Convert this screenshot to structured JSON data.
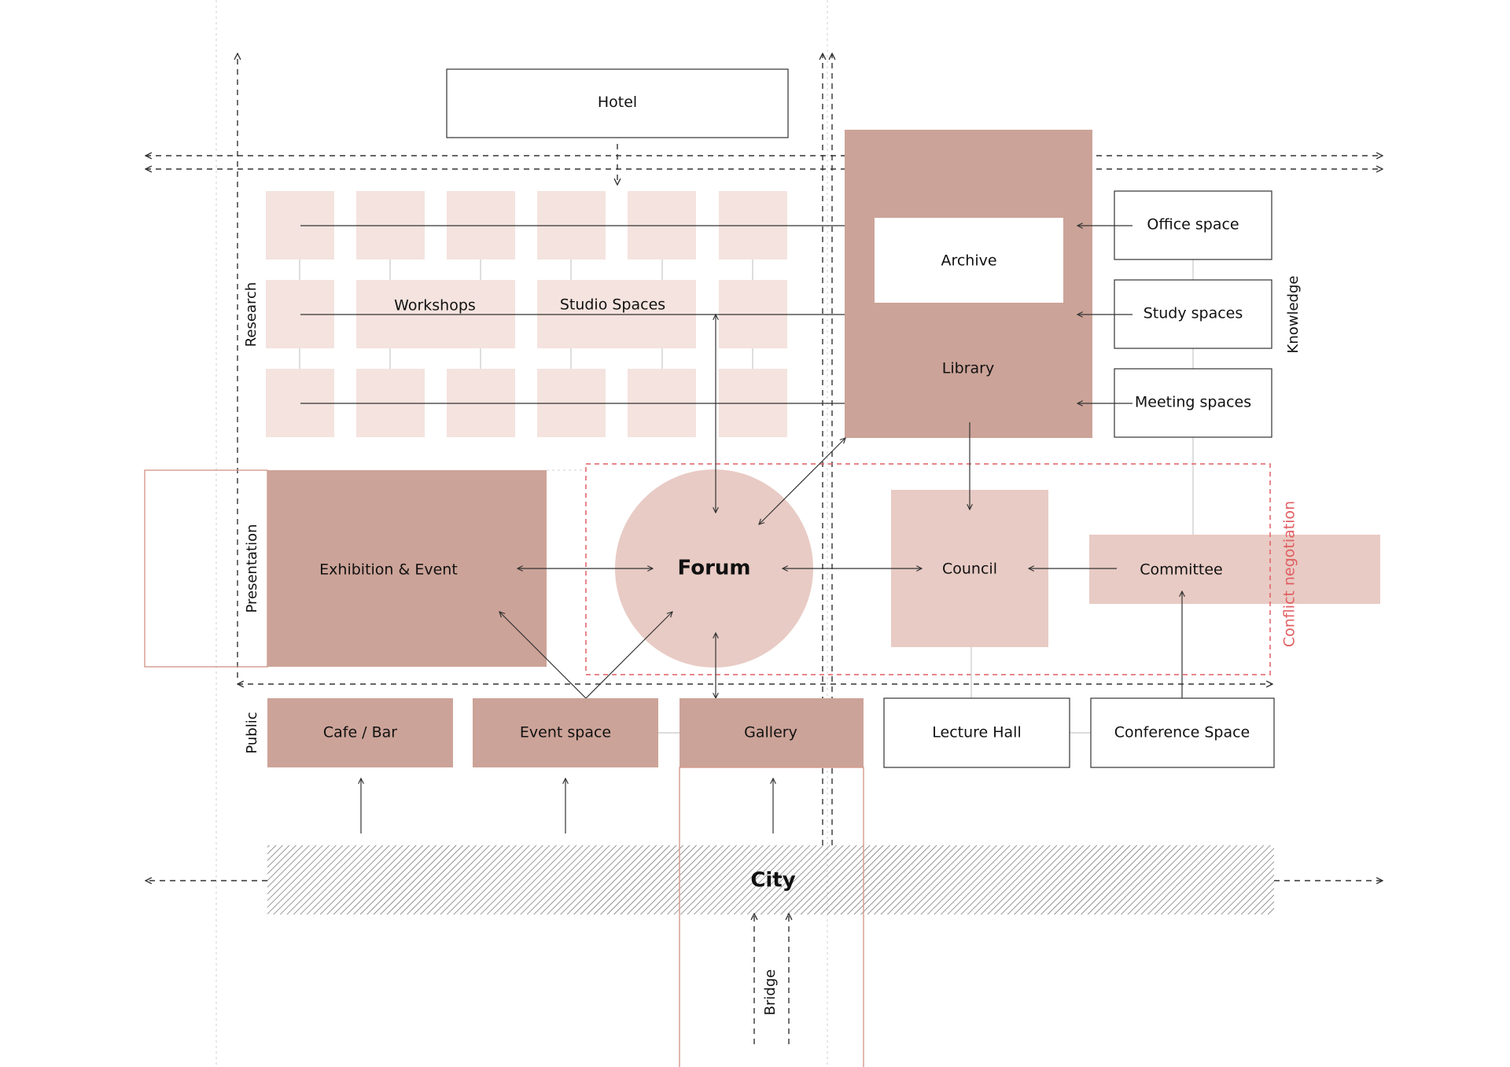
{
  "labels": {
    "hotel": "Hotel",
    "archive": "Archive",
    "library": "Library",
    "office_space": "Office space",
    "study_spaces": "Study spaces",
    "meeting_spaces": "Meeting spaces",
    "knowledge": "Knowledge",
    "research": "Research",
    "workshops": "Workshops",
    "studio_spaces": "Studio Spaces",
    "presentation": "Presentation",
    "exhibition_event": "Exhibition & Event",
    "forum": "Forum",
    "council": "Council",
    "committee": "Committee",
    "conflict_negotiation": "Conflict negotiation",
    "public": "Public",
    "cafe_bar": "Cafe / Bar",
    "event_space": "Event space",
    "gallery": "Gallery",
    "lecture_hall": "Lecture Hall",
    "conference_space": "Conference Space",
    "city": "City",
    "bridge": "Bridge"
  },
  "colors": {
    "dark_rose": "#cca398",
    "medium_rose": "#e8cbc4",
    "light_rose": "#f4e3de",
    "outline": "#333333",
    "bridge_outline": "#d4998c",
    "conflict_red": "#e05f63",
    "hatch": "#555555"
  }
}
